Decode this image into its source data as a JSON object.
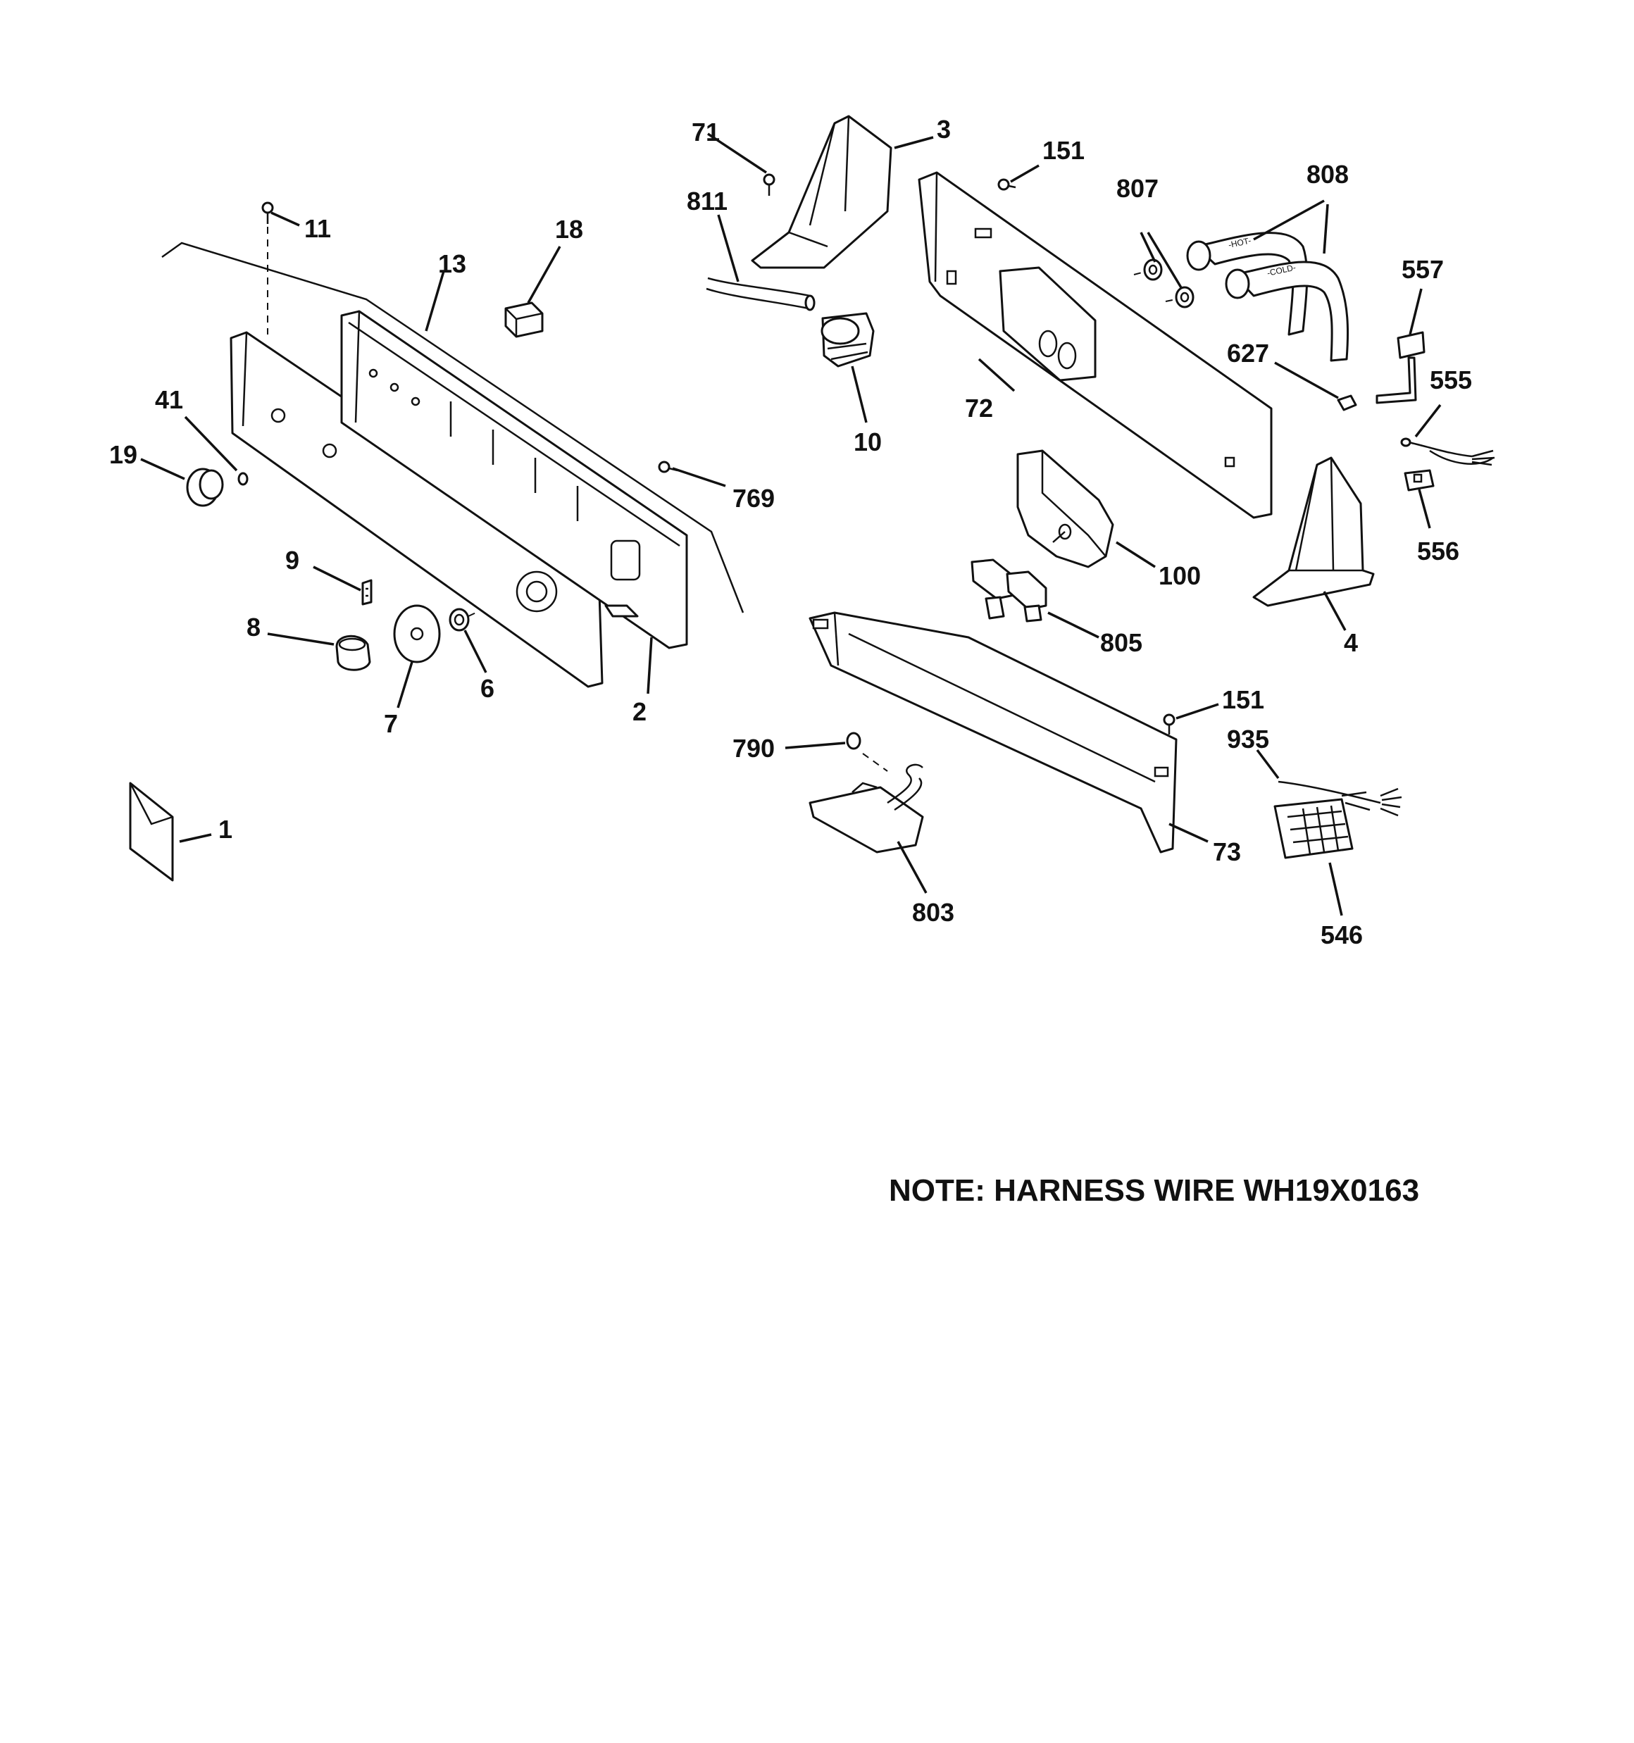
{
  "callouts": {
    "c1": "1",
    "c2": "2",
    "c3": "3",
    "c4": "4",
    "c6": "6",
    "c7": "7",
    "c8": "8",
    "c9": "9",
    "c10": "10",
    "c11": "11",
    "c13": "13",
    "c18": "18",
    "c19": "19",
    "c41": "41",
    "c71": "71",
    "c72": "72",
    "c73": "73",
    "c100": "100",
    "c151a": "151",
    "c151b": "151",
    "c546": "546",
    "c555": "555",
    "c556": "556",
    "c557": "557",
    "c627": "627",
    "c769": "769",
    "c790": "790",
    "c803": "803",
    "c805": "805",
    "c807": "807",
    "c808": "808",
    "c811": "811",
    "c935": "935"
  },
  "hose_labels": {
    "hot": "-HOT-",
    "cold": "-COLD-"
  },
  "note": "NOTE: HARNESS WIRE WH19X0163"
}
